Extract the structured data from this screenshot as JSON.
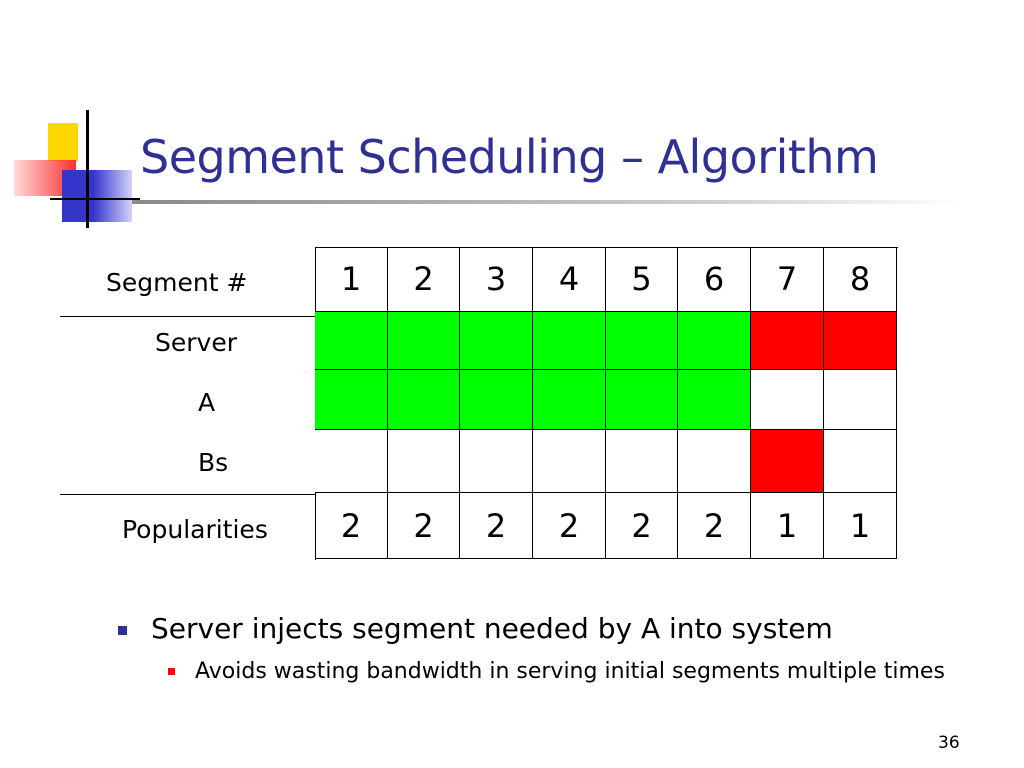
{
  "title": "Segment Scheduling – Algorithm",
  "table": {
    "header_label": "Segment #",
    "segments": [
      "1",
      "2",
      "3",
      "4",
      "5",
      "6",
      "7",
      "8"
    ],
    "rows": [
      {
        "label": "Server",
        "cells": [
          "green",
          "green",
          "green",
          "green",
          "green",
          "green",
          "red",
          "red"
        ]
      },
      {
        "label": "A",
        "cells": [
          "green",
          "green",
          "green",
          "green",
          "green",
          "green",
          "white",
          "white"
        ]
      },
      {
        "label": "Bs",
        "cells": [
          "white",
          "white",
          "white",
          "white",
          "white",
          "white",
          "red",
          "white"
        ]
      }
    ],
    "popularities_label": "Popularities",
    "popularities": [
      "2",
      "2",
      "2",
      "2",
      "2",
      "2",
      "1",
      "1"
    ]
  },
  "bullets": {
    "level1": "Server injects segment needed by A into system",
    "level2": "Avoids wasting bandwidth in serving initial segments multiple times"
  },
  "page_number": "36",
  "colors": {
    "green": "#00FF00",
    "red": "#FF0000",
    "white": "#FFFFFF",
    "title": "#2E3192"
  }
}
